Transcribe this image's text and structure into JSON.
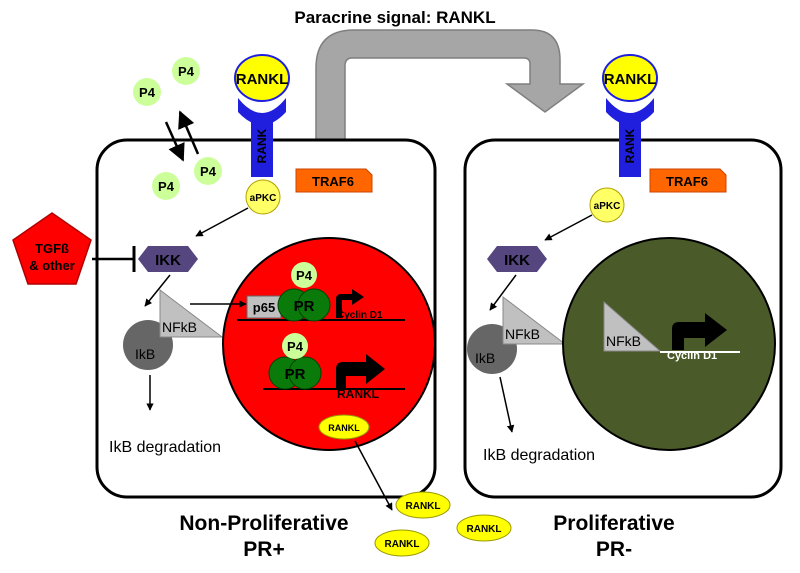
{
  "title": "Paracrine signal:  RANKL",
  "left_cell": {
    "ligand": "RANKL",
    "receptor": "RANK",
    "adapter": "TRAF6",
    "kinase_c": "aPKC",
    "ikk": "IKK",
    "ikb": "IkB",
    "nfkb": "NFkB",
    "degradation": "IkB degradation",
    "p65": "p65",
    "pr": "PR",
    "pr2": "PR",
    "p4_on_pr": "P4",
    "p4_on_pr2": "P4",
    "gene1": "Cyclin D1",
    "gene2": "RANKL",
    "secreted_rankl": "RANKL",
    "caption_line1": "Non-Proliferative",
    "caption_line2": "PR+"
  },
  "right_cell": {
    "ligand": "RANKL",
    "receptor": "RANK",
    "adapter": "TRAF6",
    "kinase_c": "aPKC",
    "ikk": "IKK",
    "ikb": "IkB",
    "nfkb_cyto": "NFkB",
    "nfkb_nuc": "NFkB",
    "degradation": "IkB degradation",
    "gene1": "Cyclin D1",
    "caption_line1": "Proliferative",
    "caption_line2": "PR-"
  },
  "extracellular": {
    "p4_1": "P4",
    "p4_2": "P4",
    "p4_3": "P4",
    "p4_4": "P4",
    "inhibitor_line1": "TGFß",
    "inhibitor_line2": "& other",
    "rankl_1": "RANKL",
    "rankl_2": "RANKL",
    "rankl_3": "RANKL"
  },
  "colors": {
    "nucleus_pr_pos": "#ff0000",
    "nucleus_pr_neg": "#4a5a28",
    "rankl_fill": "#ffff00",
    "rank_receptor": "#1f1fdd",
    "traf6": "#ff6600",
    "p4_fill": "#ccff99",
    "ikk": "#55467f",
    "pr_fill": "#0a7a0a",
    "ikb": "#666666",
    "nfkb": "#c0c0c0",
    "paracrine_arrow": "#a6a6a6"
  }
}
